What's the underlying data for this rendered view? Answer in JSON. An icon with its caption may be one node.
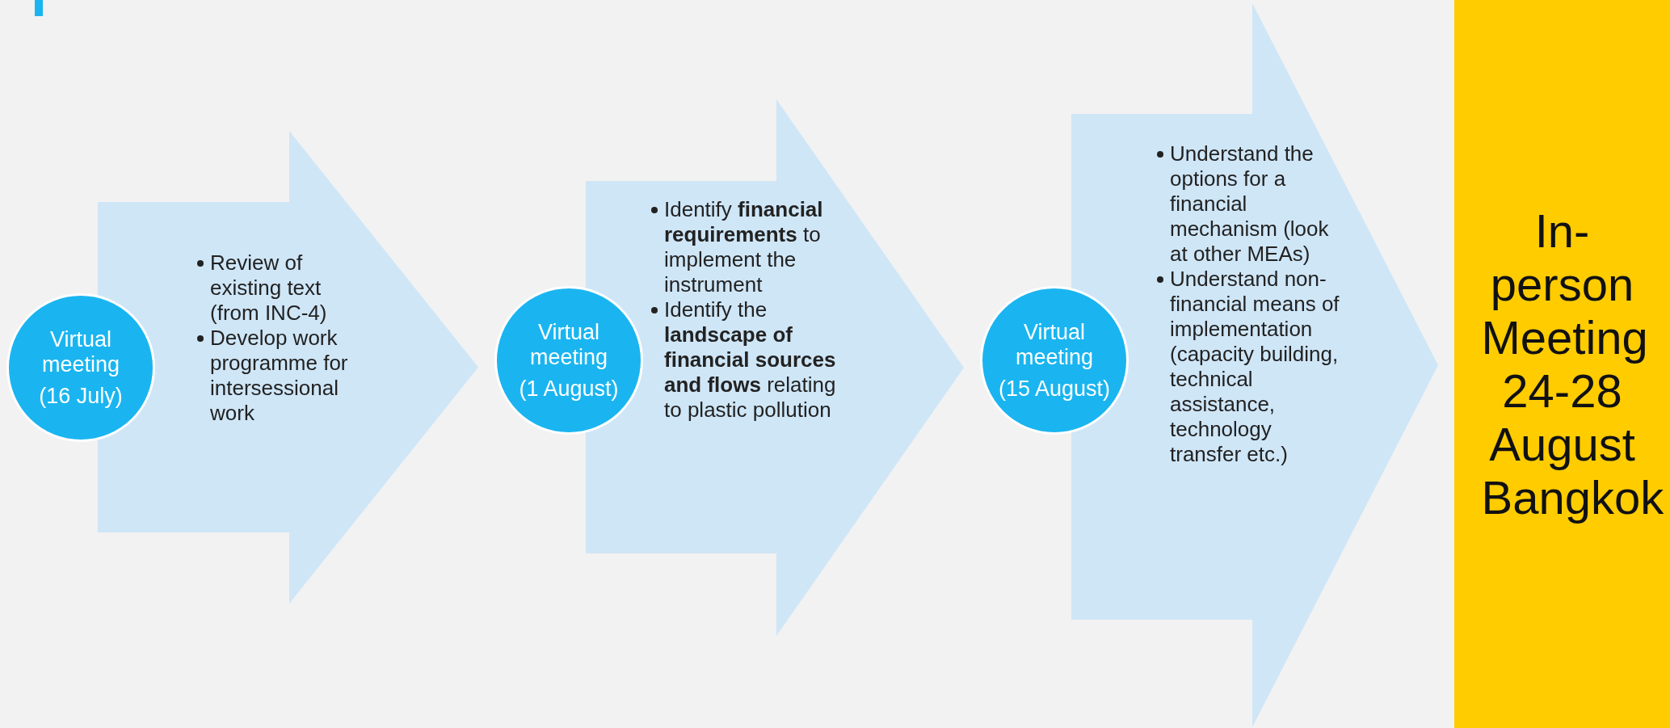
{
  "diagram": {
    "nodes": [
      {
        "text": [
          "Virtual meeting",
          "(16 July)"
        ]
      },
      {
        "text": [
          "Review of existing text (from INC-4)",
          "Develop work programme for intersessional work"
        ]
      },
      {
        "text": [
          "Virtual meeting",
          "(1 August)"
        ]
      },
      {
        "text": [
          "Identify **financial requirements** to implement the instrument",
          "Identify the **landscape of financial sources and flows** relating to plastic pollution"
        ]
      },
      {
        "text": [
          "Virtual meeting",
          "(15 August)"
        ]
      },
      {
        "text": [
          "Understand the options for a financial mechanism (look at other MEAs)",
          "Understand non-financial means of implementation (capacity building, technical assistance, technology transfer etc.)"
        ]
      },
      {
        "text": [
          "In-person Meeting 24-28 August Bangkok"
        ]
      }
    ],
    "edges": [
      {
        "from": 0,
        "to": 2,
        "arrow": "to"
      },
      {
        "from": 2,
        "to": 4,
        "arrow": "to"
      },
      {
        "from": 4,
        "to": 6,
        "arrow": "to"
      }
    ]
  }
}
